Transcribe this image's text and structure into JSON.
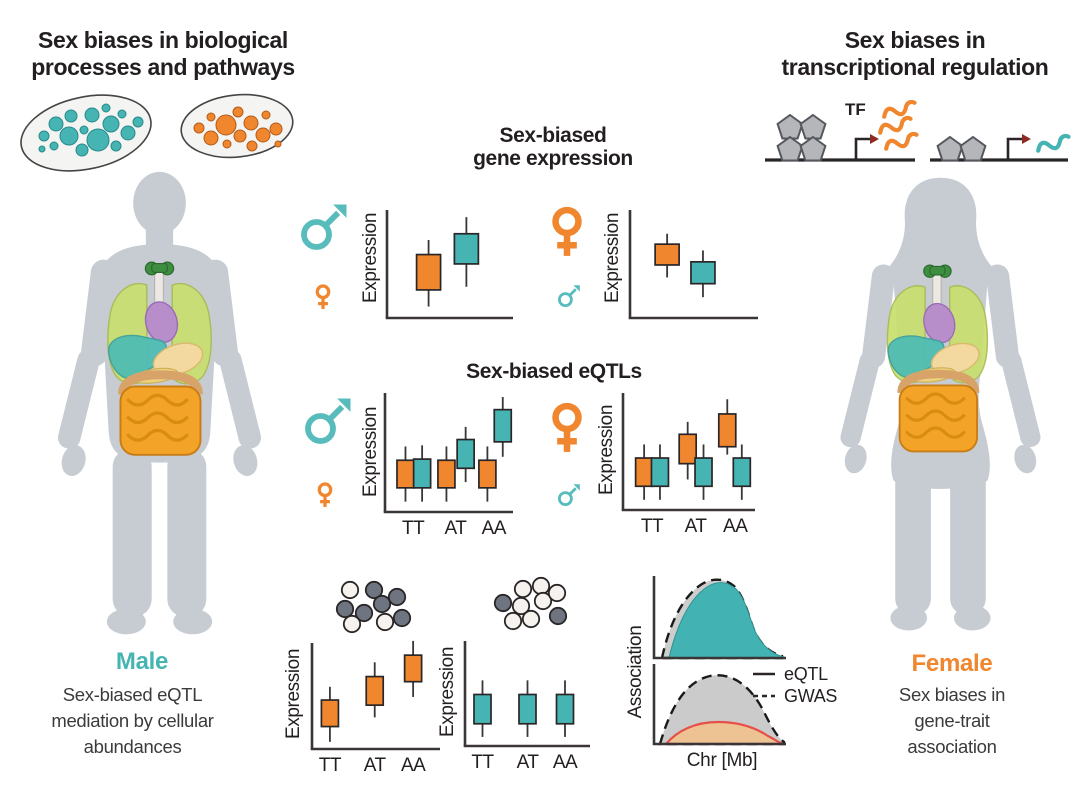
{
  "colors": {
    "teal": "#45b4b3",
    "orange": "#f0862e",
    "dark": "#2a2627",
    "axis": "#3a3637",
    "body_gray": "#c7ccd2",
    "gwas_gray": "#cbcbcb",
    "red": "#e8433a",
    "tan": "#f2c38e"
  },
  "top_left": {
    "title_line1": "Sex biases in biological",
    "title_line2": "processes and pathways"
  },
  "top_right": {
    "title_line1": "Sex biases in",
    "title_line2": "transcriptional regulation",
    "tf_label": "TF"
  },
  "male_panel": {
    "label": "Male",
    "caption": "Sex-biased eQTL mediation by cellular abundances"
  },
  "female_panel": {
    "label": "Female",
    "caption": "Sex biases in gene-trait association"
  },
  "headings": {
    "gene_expression_line1": "Sex-biased",
    "gene_expression_line2": "gene expression",
    "eqtls": "Sex-biased eQTLs"
  },
  "axis_labels": {
    "expression": "Expression",
    "association": "Association",
    "chromosome": "Chr [Mb]"
  },
  "genotypes": [
    "TT",
    "AT",
    "AA"
  ],
  "legend": {
    "eqtl": "eQTL",
    "gwas": "GWAS"
  },
  "boxplots": [
    {
      "id": "ge-male",
      "w": 126,
      "h": 104,
      "bw": 24,
      "cats": [],
      "catx": [],
      "boxes": [
        {
          "c": "orange",
          "x": 0.33,
          "lo": 0.11,
          "q1": 0.27,
          "q3": 0.61,
          "hi": 0.75
        },
        {
          "c": "teal",
          "x": 0.63,
          "lo": 0.3,
          "q1": 0.52,
          "q3": 0.81,
          "hi": 0.97
        }
      ]
    },
    {
      "id": "ge-female",
      "w": 128,
      "h": 104,
      "bw": 24,
      "cats": [],
      "catx": [],
      "boxes": [
        {
          "c": "orange",
          "x": 0.29,
          "lo": 0.39,
          "q1": 0.51,
          "q3": 0.71,
          "hi": 0.81
        },
        {
          "c": "teal",
          "x": 0.57,
          "lo": 0.2,
          "q1": 0.33,
          "q3": 0.54,
          "hi": 0.65
        }
      ]
    },
    {
      "id": "eqtl-male",
      "w": 128,
      "h": 115,
      "bw": 17,
      "cats": [
        "TT",
        "AT",
        "AA"
      ],
      "catx": [
        0.22,
        0.55,
        0.85
      ],
      "boxes": [
        {
          "c": "orange",
          "x": 0.16,
          "lo": 0.09,
          "q1": 0.21,
          "q3": 0.45,
          "hi": 0.57
        },
        {
          "c": "teal",
          "x": 0.29,
          "lo": 0.09,
          "q1": 0.21,
          "q3": 0.46,
          "hi": 0.58
        },
        {
          "c": "orange",
          "x": 0.48,
          "lo": 0.09,
          "q1": 0.21,
          "q3": 0.45,
          "hi": 0.57
        },
        {
          "c": "teal",
          "x": 0.63,
          "lo": 0.26,
          "q1": 0.38,
          "q3": 0.63,
          "hi": 0.74
        },
        {
          "c": "orange",
          "x": 0.8,
          "lo": 0.09,
          "q1": 0.21,
          "q3": 0.45,
          "hi": 0.57
        },
        {
          "c": "teal",
          "x": 0.92,
          "lo": 0.48,
          "q1": 0.61,
          "q3": 0.89,
          "hi": 1.0
        }
      ]
    },
    {
      "id": "eqtl-female",
      "w": 132,
      "h": 113,
      "bw": 17,
      "cats": [
        "TT",
        "AT",
        "AA"
      ],
      "catx": [
        0.22,
        0.55,
        0.85
      ],
      "boxes": [
        {
          "c": "orange",
          "x": 0.16,
          "lo": 0.09,
          "q1": 0.21,
          "q3": 0.46,
          "hi": 0.58
        },
        {
          "c": "teal",
          "x": 0.28,
          "lo": 0.09,
          "q1": 0.21,
          "q3": 0.46,
          "hi": 0.58
        },
        {
          "c": "orange",
          "x": 0.49,
          "lo": 0.27,
          "q1": 0.41,
          "q3": 0.67,
          "hi": 0.78
        },
        {
          "c": "teal",
          "x": 0.61,
          "lo": 0.09,
          "q1": 0.21,
          "q3": 0.46,
          "hi": 0.58
        },
        {
          "c": "orange",
          "x": 0.79,
          "lo": 0.49,
          "q1": 0.56,
          "q3": 0.85,
          "hi": 0.98
        },
        {
          "c": "teal",
          "x": 0.9,
          "lo": 0.09,
          "q1": 0.21,
          "q3": 0.46,
          "hi": 0.58
        }
      ]
    },
    {
      "id": "mediation-orange",
      "w": 128,
      "h": 102,
      "bw": 17,
      "cats": [
        "TT",
        "AT",
        "AA"
      ],
      "catx": [
        0.14,
        0.49,
        0.79
      ],
      "boxes": [
        {
          "c": "orange",
          "x": 0.14,
          "lo": 0.07,
          "q1": 0.22,
          "q3": 0.48,
          "hi": 0.61
        },
        {
          "c": "orange",
          "x": 0.49,
          "lo": 0.31,
          "q1": 0.43,
          "q3": 0.71,
          "hi": 0.85
        },
        {
          "c": "orange",
          "x": 0.79,
          "lo": 0.51,
          "q1": 0.66,
          "q3": 0.92,
          "hi": 1.06
        }
      ]
    },
    {
      "id": "mediation-teal",
      "w": 125,
      "h": 101,
      "bw": 17,
      "cats": [
        "TT",
        "AT",
        "AA"
      ],
      "catx": [
        0.14,
        0.5,
        0.8
      ],
      "boxes": [
        {
          "c": "teal",
          "x": 0.14,
          "lo": 0.09,
          "q1": 0.22,
          "q3": 0.51,
          "hi": 0.65
        },
        {
          "c": "teal",
          "x": 0.5,
          "lo": 0.09,
          "q1": 0.22,
          "q3": 0.51,
          "hi": 0.65
        },
        {
          "c": "teal",
          "x": 0.8,
          "lo": 0.09,
          "q1": 0.22,
          "q3": 0.51,
          "hi": 0.65
        }
      ]
    }
  ]
}
